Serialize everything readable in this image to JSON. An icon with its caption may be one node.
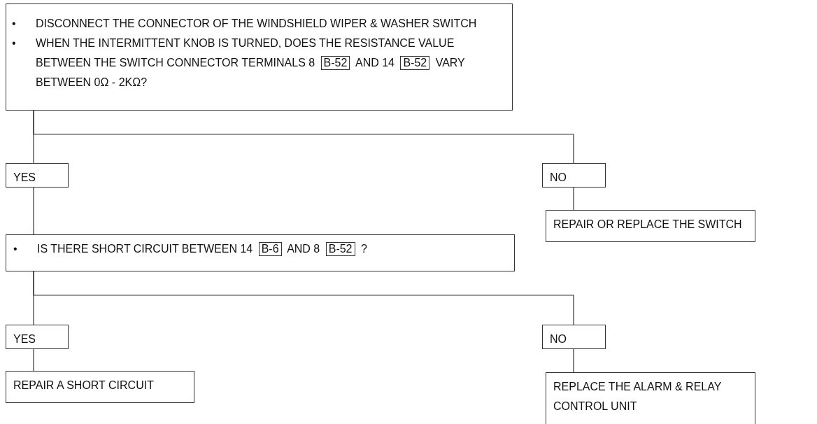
{
  "diagram": {
    "nodes": [
      {
        "text": [
          "•",
          "DISCONNECT THE CONNECTOR OF THE WINDSHIELD WIPER & WASHER SWITCH",
          "•",
          "WHEN THE INTERMITTENT KNOB IS TURNED, DOES THE RESISTANCE VALUE BETWEEN THE SWITCH CONNECTOR TERMINALS 8 B-52 AND 14 B-52 VARY BETWEEN 0Ω - 2KΩ?"
        ]
      },
      {
        "text": [
          "YES"
        ]
      },
      {
        "text": [
          "NO"
        ]
      },
      {
        "text": [
          "REPAIR OR REPLACE THE SWITCH"
        ]
      },
      {
        "text": [
          "•",
          "IS THERE SHORT CIRCUIT BETWEEN 14 B-6 AND 8 B-52 ?"
        ]
      },
      {
        "text": [
          "YES"
        ]
      },
      {
        "text": [
          "NO"
        ]
      },
      {
        "text": [
          "REPAIR A SHORT CIRCUIT"
        ]
      },
      {
        "text": [
          "REPLACE THE ALARM & RELAY CONTROL UNIT"
        ]
      }
    ],
    "edges": [
      {
        "from": 0,
        "to": 1,
        "arrow": "none"
      },
      {
        "from": 0,
        "to": 2,
        "arrow": "none"
      },
      {
        "from": 2,
        "to": 3,
        "arrow": "none"
      },
      {
        "from": 1,
        "to": 4,
        "arrow": "none"
      },
      {
        "from": 4,
        "to": 5,
        "arrow": "none"
      },
      {
        "from": 4,
        "to": 6,
        "arrow": "none"
      },
      {
        "from": 5,
        "to": 7,
        "arrow": "none"
      },
      {
        "from": 6,
        "to": 8,
        "arrow": "none"
      }
    ]
  }
}
